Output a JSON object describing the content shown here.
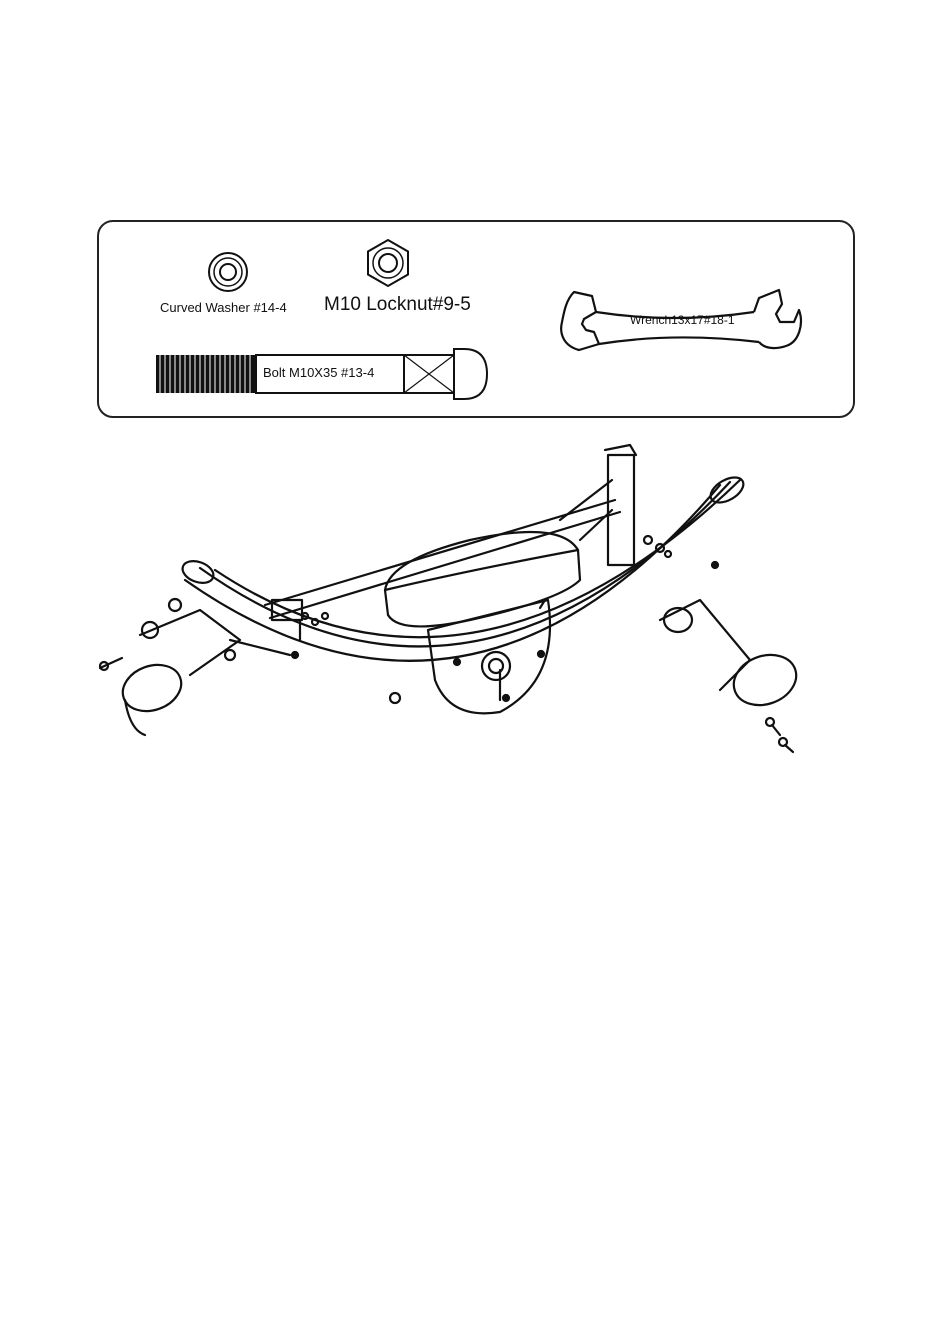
{
  "hardware": {
    "washer_label": "Curved Washer #14-4",
    "locknut_label": "M10 Locknut#9-5",
    "wrench_label": "Wrench13x17#18-1",
    "bolt_label": "Bolt M10X35 #13-4"
  },
  "icons": {
    "washer": "curved-washer-icon",
    "locknut": "locknut-icon",
    "wrench": "wrench-icon",
    "bolt": "bolt-icon",
    "assembly": "bike-frame-assembly-illustration"
  },
  "colors": {
    "line": "#111111",
    "background": "#ffffff"
  }
}
